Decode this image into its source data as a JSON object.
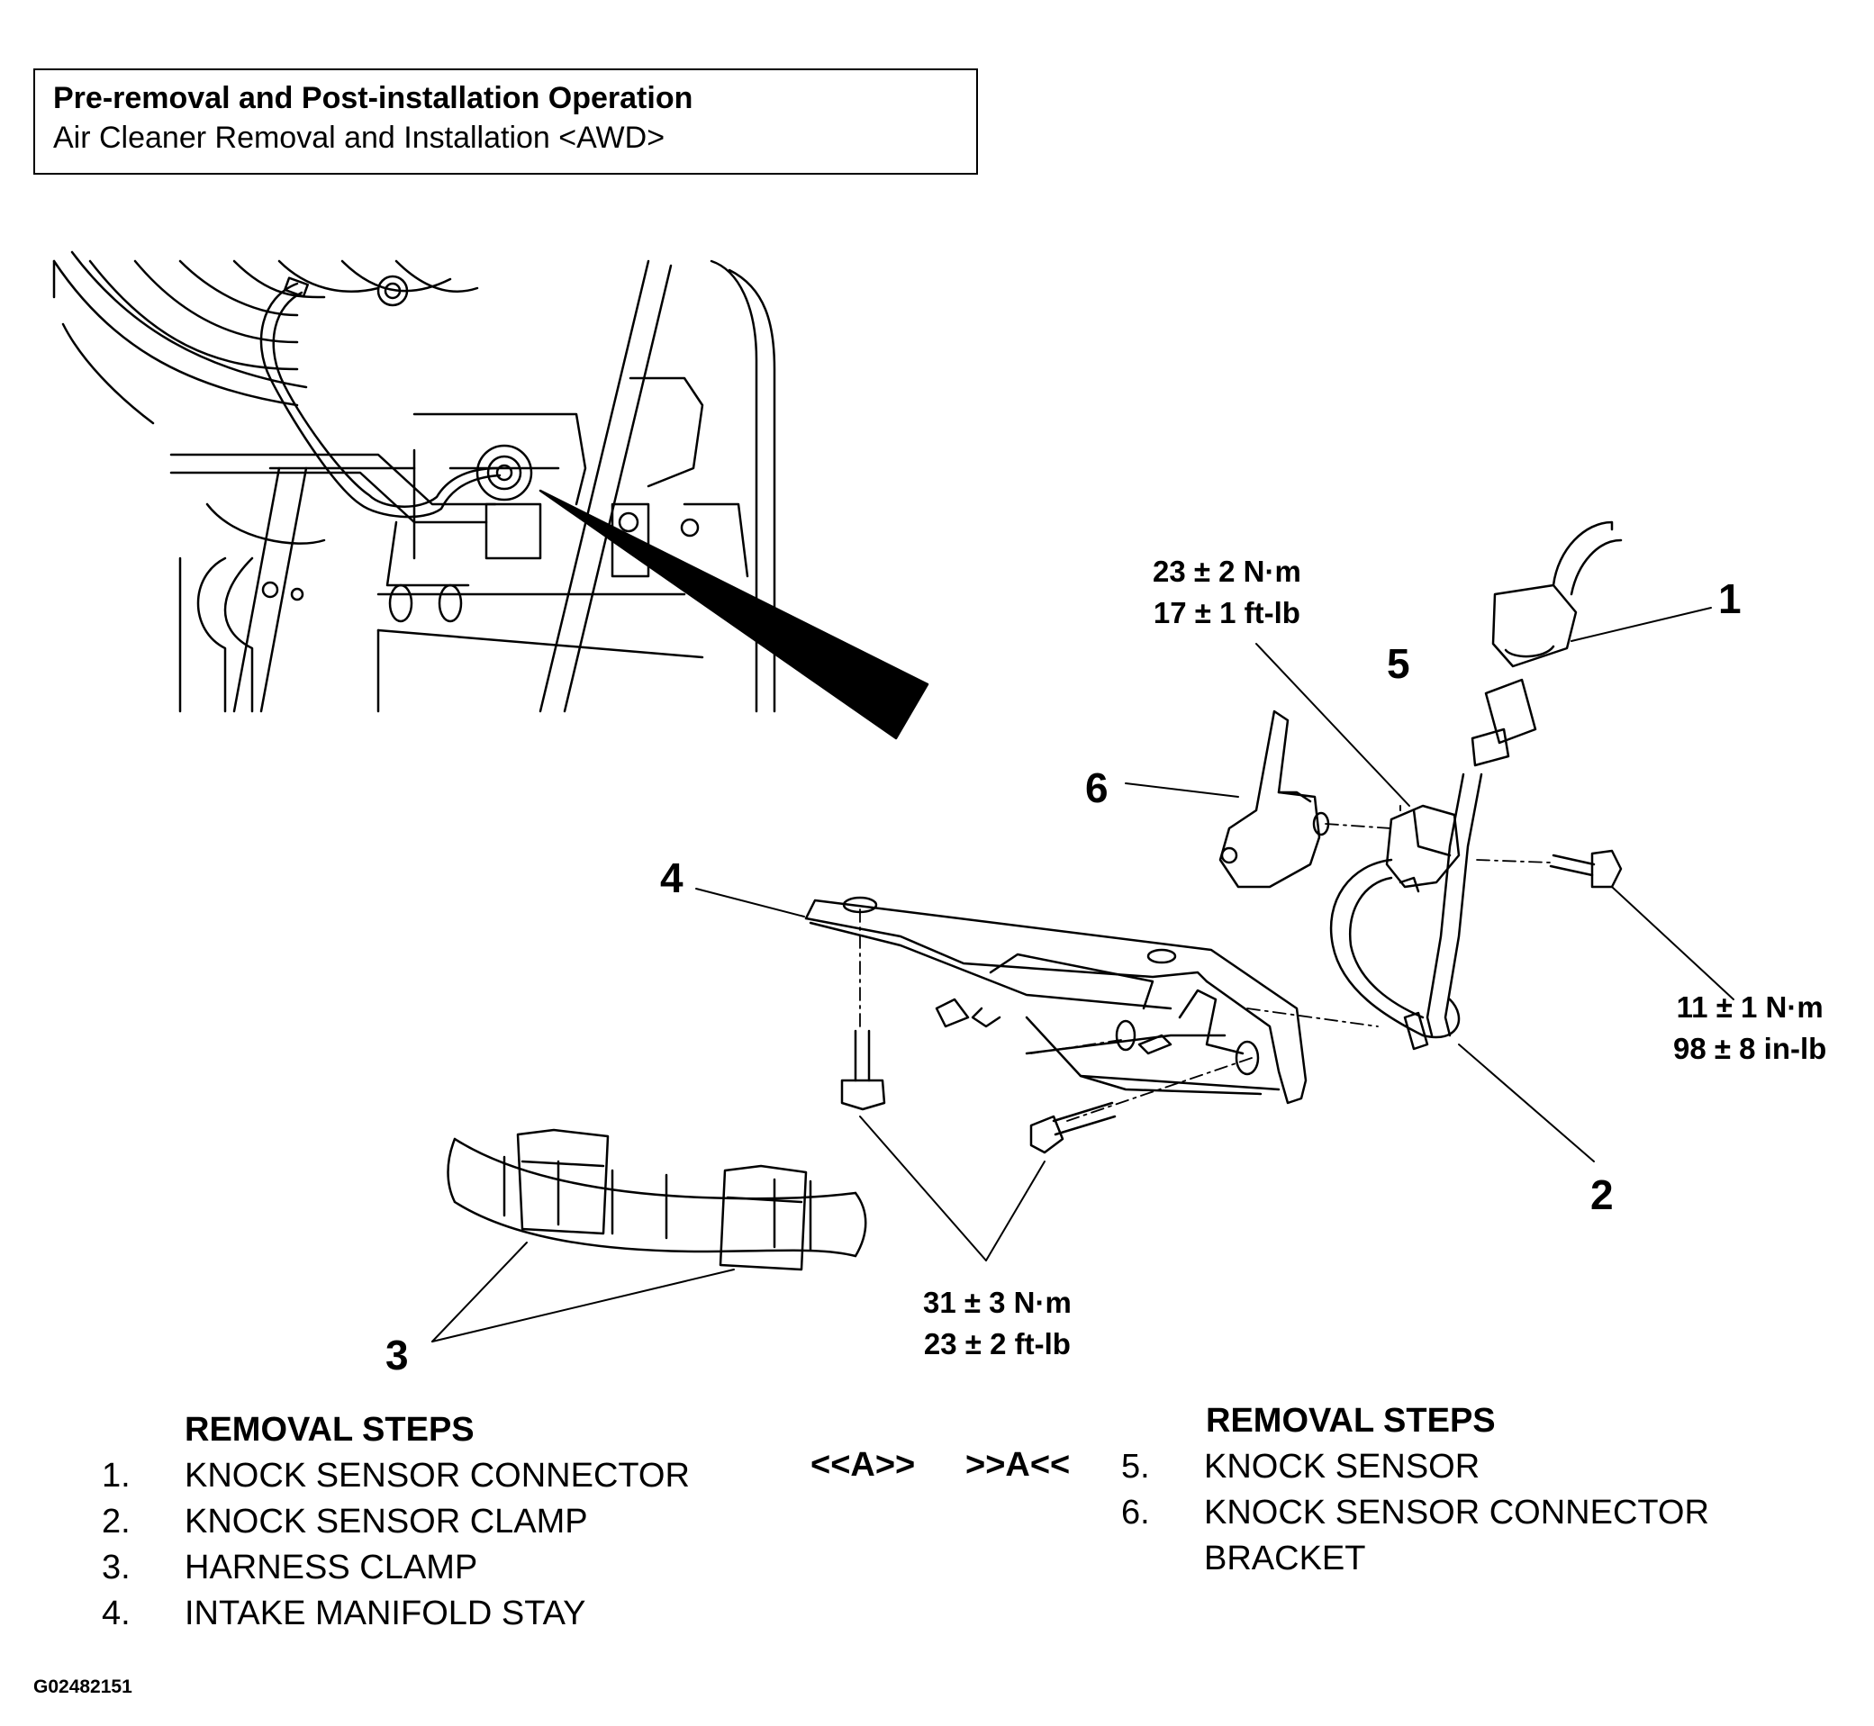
{
  "header": {
    "title": "Pre-removal and Post-installation Operation",
    "subtitle": "Air Cleaner Removal and Installation <AWD>"
  },
  "callouts": {
    "c1": "1",
    "c2": "2",
    "c3": "3",
    "c4": "4",
    "c5": "5",
    "c6": "6"
  },
  "torque": {
    "sensor": {
      "line1": "23 ± 2 N·m",
      "line2": "17 ± 1 ft-lb"
    },
    "clamp_bolt": {
      "line1": "11 ± 1 N·m",
      "line2": "98 ± 8 in-lb"
    },
    "stay_bolts": {
      "line1": "31 ± 3 N·m",
      "line2": "23 ± 2 ft-lb"
    }
  },
  "steps_left": {
    "heading": "REMOVAL STEPS",
    "items": [
      {
        "num": "1.",
        "label": "KNOCK SENSOR CONNECTOR"
      },
      {
        "num": "2.",
        "label": "KNOCK SENSOR CLAMP"
      },
      {
        "num": "3.",
        "label": "HARNESS CLAMP"
      },
      {
        "num": "4.",
        "label": "INTAKE MANIFOLD STAY"
      }
    ]
  },
  "steps_right": {
    "heading": "REMOVAL STEPS",
    "items": [
      {
        "num": "5.",
        "label": "KNOCK SENSOR",
        "removal_mark": "<<A>>",
        "install_mark": ">>A<<"
      },
      {
        "num": "6.",
        "label": "KNOCK SENSOR CONNECTOR",
        "label2": "BRACKET"
      }
    ]
  },
  "figure_id": "G02482151"
}
